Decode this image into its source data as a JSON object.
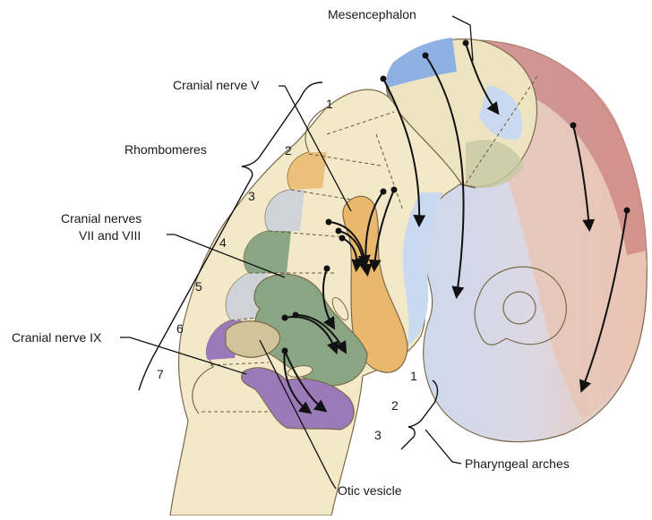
{
  "labels": {
    "mesencephalon": "Mesencephalon",
    "cranial_nerve_v": "Cranial nerve V",
    "rhombomeres": "Rhombomeres",
    "cranial_nerves_vii_viii_line1": "Cranial nerves",
    "cranial_nerves_vii_viii_line2": "VII and VIII",
    "cranial_nerve_ix": "Cranial nerve IX",
    "pharyngeal_arches": "Pharyngeal arches",
    "otic_vesicle": "Otic vesicle"
  },
  "rhombomere_numbers": [
    "1",
    "2",
    "3",
    "4",
    "5",
    "6",
    "7"
  ],
  "arch_numbers": [
    "1",
    "2",
    "3"
  ],
  "colors": {
    "neural_tube": "#f3e8c8",
    "neural_crest_blue": "#c9d9ef",
    "forebrain_pink": "#e8c4b4",
    "forebrain_red": "#cf8a86",
    "orange": "#e9b86c",
    "green": "#8aa583",
    "purple": "#9a7ab8",
    "otic": "#d2c49a",
    "mesencephalon_blue": "#8fb0e2"
  }
}
